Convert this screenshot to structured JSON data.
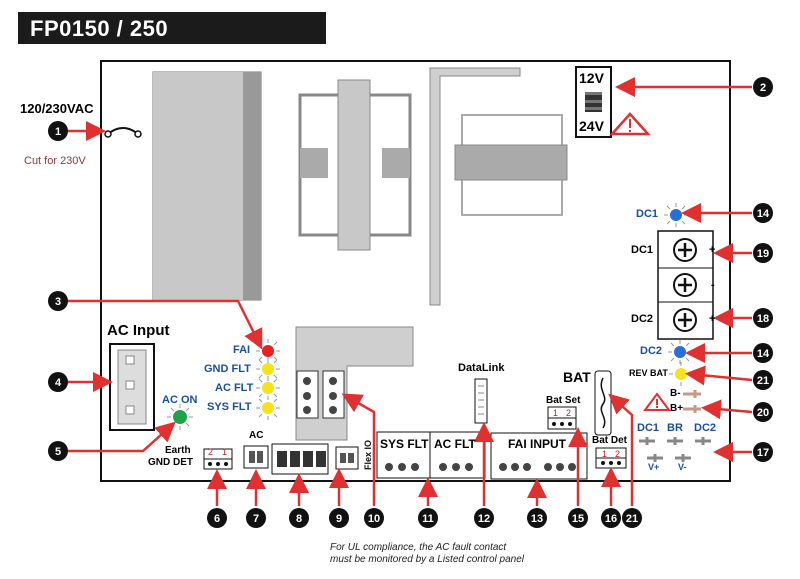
{
  "title": "FP0150 / 250",
  "labels": {
    "voltage_in": "120/230VAC",
    "cut": "Cut for 230V",
    "ac_input": "AC Input",
    "ac_on": "AC ON",
    "earth": "Earth",
    "gnd_det": "GND DET",
    "ac": "AC",
    "fai": "FAI",
    "gnd_flt": "GND FLT",
    "ac_flt": "AC FLT",
    "sys_flt": "SYS FLT",
    "sys_flt_term": "SYS FLT",
    "ac_flt_term": "AC FLT",
    "datalink": "DataLink",
    "fai_input": "FAI INPUT",
    "bat": "BAT",
    "bat_set": "Bat Set",
    "bat_det": "Bat Det",
    "v12": "12V",
    "v24": "24V",
    "dc1_led": "DC1",
    "dc2_led": "DC2",
    "dc1_term": "DC1",
    "dc2_term": "DC2",
    "plus1": "+",
    "minus": "-",
    "plus2": "+",
    "rev_bat": "REV BAT",
    "b_minus": "B-",
    "b_plus": "B+",
    "dc1_bottom": "DC1",
    "br": "BR",
    "dc2_bottom": "DC2",
    "v_plus": "V+",
    "v_minus": "V-",
    "flexio": "Flex IO",
    "pin_2a": "2",
    "pin_1a": "1",
    "pin_1b": "1",
    "pin_2b": "2",
    "pin_1c": "1",
    "pin_2c": "2"
  },
  "callouts": [
    "1",
    "2",
    "3",
    "4",
    "5",
    "6",
    "7",
    "8",
    "9",
    "10",
    "11",
    "12",
    "13",
    "14",
    "14",
    "15",
    "16",
    "17",
    "18",
    "19",
    "20",
    "21",
    "21"
  ],
  "note_line1": "For UL compliance, the AC fault contact",
  "note_line2": "must be monitored by a Listed control panel",
  "colors": {
    "arrow": "#e03030",
    "callout": "#111111",
    "led_red": "#e82020",
    "led_yellow": "#f5e21a",
    "led_blue": "#2a6fd8",
    "led_green": "#1fa34a",
    "title_bg": "#1b1b1b"
  }
}
